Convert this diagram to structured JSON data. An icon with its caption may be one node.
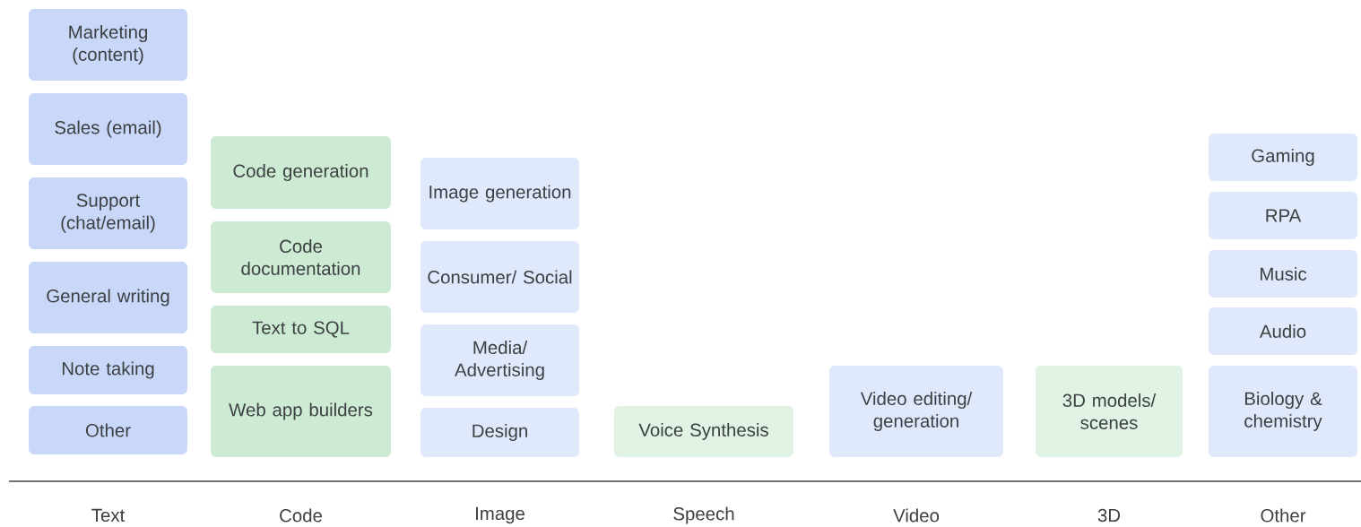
{
  "diagram": {
    "nodes": [
      {
        "text": [
          "Marketing (content)"
        ]
      },
      {
        "text": [
          "Sales (email)"
        ]
      },
      {
        "text": [
          "Support (chat/email)"
        ]
      },
      {
        "text": [
          "General writing"
        ]
      },
      {
        "text": [
          "Note taking"
        ]
      },
      {
        "text": [
          "Other"
        ]
      },
      {
        "text": [
          "Code generation"
        ]
      },
      {
        "text": [
          "Code documentation"
        ]
      },
      {
        "text": [
          "Text to SQL"
        ]
      },
      {
        "text": [
          "Web app builders"
        ]
      },
      {
        "text": [
          "Image generation"
        ]
      },
      {
        "text": [
          "Consumer/ Social"
        ]
      },
      {
        "text": [
          "Media/ Advertising"
        ]
      },
      {
        "text": [
          "Design"
        ]
      },
      {
        "text": [
          "Voice Synthesis"
        ]
      },
      {
        "text": [
          "Video editing/ generation"
        ]
      },
      {
        "text": [
          "3D models/ scenes"
        ]
      },
      {
        "text": [
          "Gaming"
        ]
      },
      {
        "text": [
          "RPA"
        ]
      },
      {
        "text": [
          "Music"
        ]
      },
      {
        "text": [
          "Audio"
        ]
      },
      {
        "text": [
          "Biology & chemistry"
        ]
      }
    ],
    "labels": [
      "Text",
      "Code",
      "Image",
      "Speech",
      "Video",
      "3D",
      "Other"
    ]
  }
}
